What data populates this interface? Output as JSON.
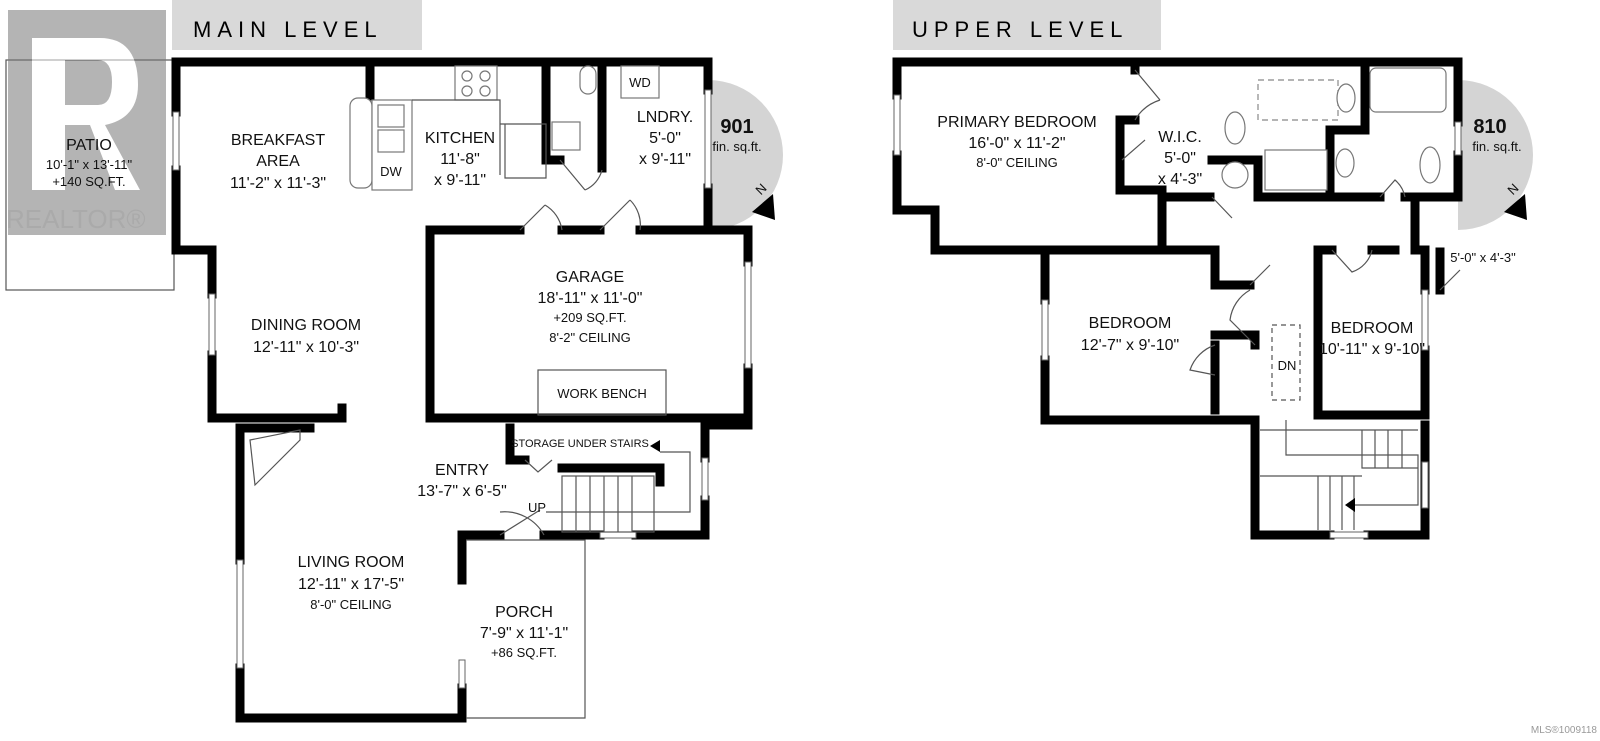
{
  "watermark": {
    "logo_text": "REALTOR®",
    "mls": "MLS®1009118"
  },
  "main_level": {
    "title": "MAIN LEVEL",
    "sqft": "901",
    "sqft_unit": "fin. sq.ft.",
    "north": "N",
    "rooms": {
      "patio": {
        "name": "PATIO",
        "dim": "10'-1\" x 13'-11\"",
        "extra": "+140 SQ.FT."
      },
      "breakfast": {
        "name1": "BREAKFAST",
        "name2": "AREA",
        "dim": "11'-2\" x 11'-3\""
      },
      "kitchen": {
        "name": "KITCHEN",
        "dim1": "11'-8\"",
        "dim2": "x 9'-11\"",
        "dw": "DW"
      },
      "laundry": {
        "name": "LNDRY.",
        "dim1": "5'-0\"",
        "dim2": "x 9'-11\"",
        "wd": "WD"
      },
      "garage": {
        "name": "GARAGE",
        "dim": "18'-11\" x 11'-0\"",
        "extra": "+209 SQ.FT.",
        "ceiling": "8'-2\" CEILING",
        "bench": "WORK BENCH"
      },
      "dining": {
        "name": "DINING ROOM",
        "dim": "12'-11\" x 10'-3\""
      },
      "storage": {
        "name": "STORAGE UNDER STAIRS"
      },
      "entry": {
        "name": "ENTRY",
        "dim": "13'-7\" x 6'-5\"",
        "stairs": "UP"
      },
      "living": {
        "name": "LIVING ROOM",
        "dim": "12'-11\" x 17'-5\"",
        "ceiling": "8'-0\" CEILING"
      },
      "porch": {
        "name": "PORCH",
        "dim": "7'-9\" x 11'-1\"",
        "extra": "+86 SQ.FT."
      }
    }
  },
  "upper_level": {
    "title": "UPPER LEVEL",
    "sqft": "810",
    "sqft_unit": "fin. sq.ft.",
    "north": "N",
    "rooms": {
      "primary": {
        "name": "PRIMARY BEDROOM",
        "dim": "16'-0\" x 11'-2\"",
        "ceiling": "8'-0\" CEILING"
      },
      "wic": {
        "name": "W.I.C.",
        "dim1": "5'-0\"",
        "dim2": "x 4'-3\""
      },
      "closet": {
        "dim": "5'-0\" x 4'-3\""
      },
      "bedroom2": {
        "name": "BEDROOM",
        "dim": "12'-7\" x 9'-10\""
      },
      "bedroom3": {
        "name": "BEDROOM",
        "dim": "10'-11\" x 9'-10\""
      },
      "stairs": {
        "label": "DN"
      }
    }
  }
}
